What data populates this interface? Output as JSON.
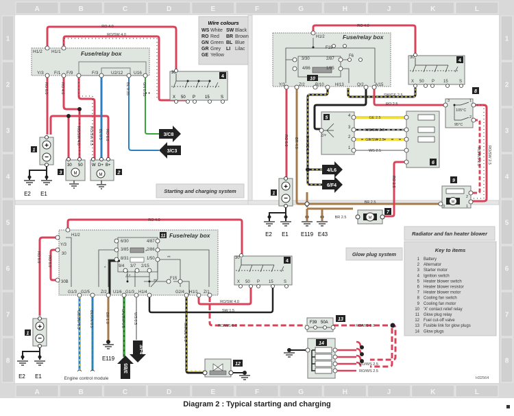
{
  "frame": {
    "columns": [
      "A",
      "B",
      "C",
      "D",
      "E",
      "F",
      "G",
      "H",
      "J",
      "K",
      "L"
    ],
    "rows": [
      "1",
      "2",
      "3",
      "4",
      "5",
      "6",
      "7",
      "8"
    ],
    "reference_code": "H32564"
  },
  "caption": "Diagram 2 : Typical starting and charging",
  "wire_colours": {
    "title": "Wire colours",
    "entries": [
      {
        "code": "WS",
        "name": "White"
      },
      {
        "code": "RO",
        "name": "Red"
      },
      {
        "code": "GN",
        "name": "Green"
      },
      {
        "code": "GR",
        "name": "Grey"
      },
      {
        "code": "GE",
        "name": "Yellow"
      },
      {
        "code": "SW",
        "name": "Black"
      },
      {
        "code": "BR",
        "name": "Brown"
      },
      {
        "code": "BL",
        "name": "Blue"
      },
      {
        "code": "LI",
        "name": "Lilac"
      }
    ]
  },
  "key": {
    "title": "Key to items",
    "items": [
      {
        "num": "1",
        "label": "Battery"
      },
      {
        "num": "2",
        "label": "Alternator"
      },
      {
        "num": "3",
        "label": "Starter motor"
      },
      {
        "num": "4",
        "label": "Ignition switch"
      },
      {
        "num": "5",
        "label": "Heater blower switch"
      },
      {
        "num": "6",
        "label": "Heater blower resistor"
      },
      {
        "num": "7",
        "label": "Heater blower motor"
      },
      {
        "num": "8",
        "label": "Cooling fan switch"
      },
      {
        "num": "9",
        "label": "Cooling fan motor"
      },
      {
        "num": "10",
        "label": "'X' contact relief relay"
      },
      {
        "num": "11",
        "label": "Glow plug relay"
      },
      {
        "num": "12",
        "label": "Fuel cut-off valve"
      },
      {
        "num": "13",
        "label": "Fusible link for glow plugs"
      },
      {
        "num": "14",
        "label": "Glow plugs"
      }
    ]
  },
  "panels": {
    "starting": {
      "title": "Starting and charging system",
      "fusebox_title": "Fuse/relay box",
      "fusebox_pins": [
        "H1/2",
        "H1/1",
        "Y/3",
        "F/1",
        "F/9",
        "F/3",
        "U2/12",
        "U16"
      ],
      "wires": [
        "RO 4.0",
        "RO/SW 4.0",
        "RO 6.0",
        "RO 4.0",
        "BL 0.35",
        "GN 0.35",
        "RO/SW 4.0",
        "RO/SW 0.5",
        "BL 0.5",
        "RO 6.0"
      ],
      "starter_pins": [
        "30",
        "50"
      ],
      "alternator_pins": [
        "W",
        "D+",
        "B+"
      ],
      "grounds": [
        "E2",
        "E1"
      ],
      "connectors": [
        "3/C8",
        "3/C3"
      ],
      "ignition_pins": [
        "30",
        "X",
        "50",
        "P",
        "15",
        "S"
      ],
      "item_numbers": [
        "1",
        "2",
        "3",
        "4"
      ]
    },
    "radiator": {
      "title": "Radiator and fan heater blower",
      "fusebox_title": "Fuse/relay box",
      "fusebox_pins": [
        "H1/2",
        "F19",
        "3/30",
        "2/87",
        "F6",
        "4/86",
        "1/85",
        "Y/3",
        "Z/2",
        "R/10",
        "H/13",
        "Q/2",
        "A/15"
      ],
      "wires": [
        "RO 4.0",
        "SW/GE 2.5",
        "RO 2.5",
        "GE 2.5",
        "WS/SW 2.5",
        "GE/SW 2.5",
        "WS 2.5",
        "RO 6.0",
        "BR 4.0",
        "SW/GE 1.5",
        "BR 2.5",
        "BR 2.5",
        "RO 2.5",
        "RO/SW 2.5",
        "RO/WS 2.5"
      ],
      "switch5_pins": [
        "4",
        "3",
        "2",
        "1",
        "2/+"
      ],
      "fanswitch_pins": [
        "3",
        "1",
        "2"
      ],
      "fanswitch_temps": [
        "105°C",
        "95°C"
      ],
      "fanmotor_pins": [
        "2",
        "3",
        "1"
      ],
      "grounds": [
        "E2",
        "E1",
        "E119",
        "E43"
      ],
      "connectors": [
        "4/L6",
        "6/F4"
      ],
      "ignition_pins": [
        "30",
        "X",
        "50",
        "P",
        "15",
        "S"
      ],
      "item_numbers": [
        "1",
        "4",
        "5",
        "6",
        "7",
        "8",
        "9",
        "10"
      ]
    },
    "glow": {
      "title": "Glow plug system",
      "fusebox_title": "Fuse/relay box",
      "fusebox_pins": [
        "H1/2",
        "Y/3",
        "30",
        "30B",
        "6/30",
        "4/87",
        "3/85",
        "2/86",
        "8/31",
        "1/50",
        "9/4",
        "3/7",
        "2/15",
        "F15",
        "G1/3",
        "G2/5",
        "Z/2",
        "U1/6",
        "G1/3",
        "H1/4",
        "G2/4",
        "H1/1",
        "Z/1"
      ],
      "wires": [
        "RO 4.0",
        "RO 6.0",
        "RO 6.0",
        "GE/SW 0.5",
        "BL/GN 0.5",
        "BR 1.0",
        "GN/SW 0.5",
        "WS 0.5",
        "SW/GE 1.5",
        "RO/SW 4.0",
        "SW 1.5",
        "RO/WS 6.0",
        "RO/WS 6.0",
        "RO/WS 2.5",
        "RO/WS 2.5"
      ],
      "fuse13": [
        "F39",
        "50A"
      ],
      "grounds": [
        "E2",
        "E1",
        "E119"
      ],
      "connectors": [
        "3/B5",
        "3/F4"
      ],
      "ecm_label": "Engine control module",
      "ignition_pins": [
        "30",
        "X",
        "50",
        "P",
        "15",
        "S"
      ],
      "item_numbers": [
        "1",
        "4",
        "11",
        "12",
        "13",
        "14"
      ]
    }
  }
}
